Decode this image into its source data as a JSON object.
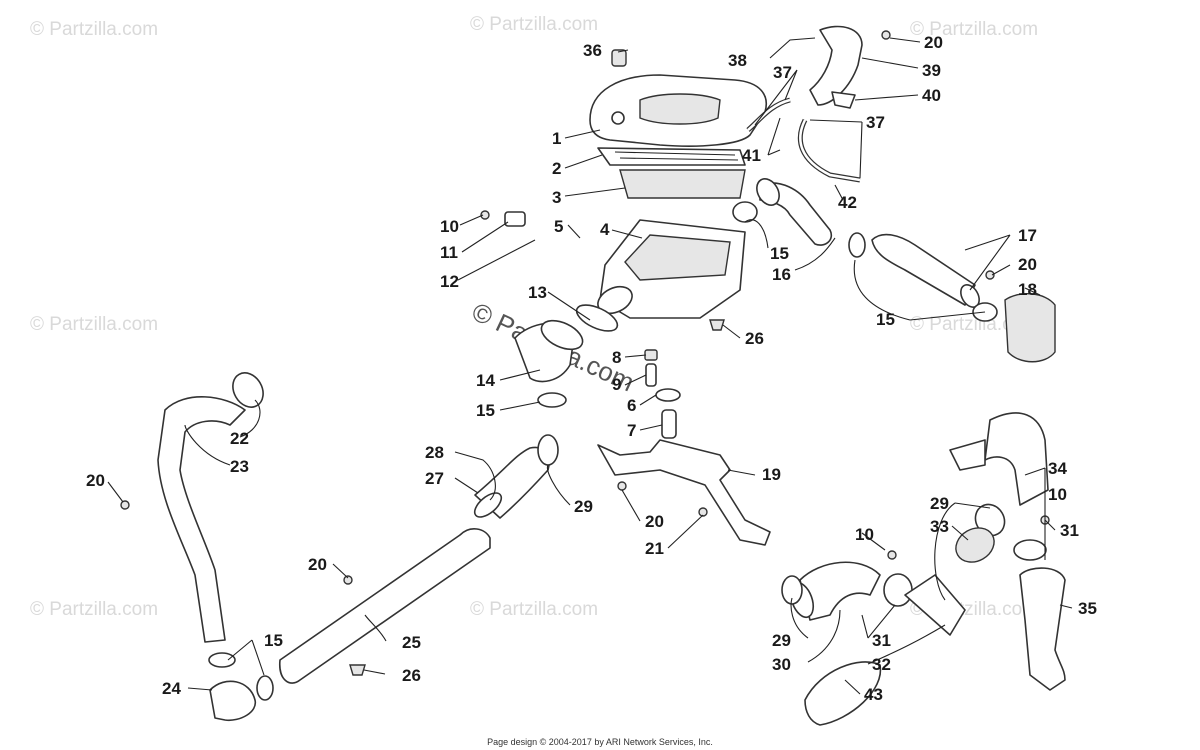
{
  "watermark": {
    "text": "© Partzilla.com",
    "center_text": "© Partzilla.com"
  },
  "callouts": [
    "36",
    "38",
    "20",
    "37",
    "39",
    "40",
    "1",
    "41",
    "37",
    "2",
    "3",
    "42",
    "10",
    "5",
    "4",
    "15",
    "17",
    "11",
    "16",
    "20",
    "12",
    "18",
    "13",
    "26",
    "15",
    "8",
    "14",
    "9",
    "15",
    "6",
    "7",
    "28",
    "19",
    "27",
    "29",
    "20",
    "21",
    "20",
    "29",
    "34",
    "10",
    "33",
    "10",
    "31",
    "35",
    "15",
    "29",
    "31",
    "26",
    "25",
    "30",
    "32",
    "24",
    "43",
    "22",
    "23",
    "20"
  ],
  "footer": "Page design © 2004-2017 by ARI Network Services, Inc."
}
